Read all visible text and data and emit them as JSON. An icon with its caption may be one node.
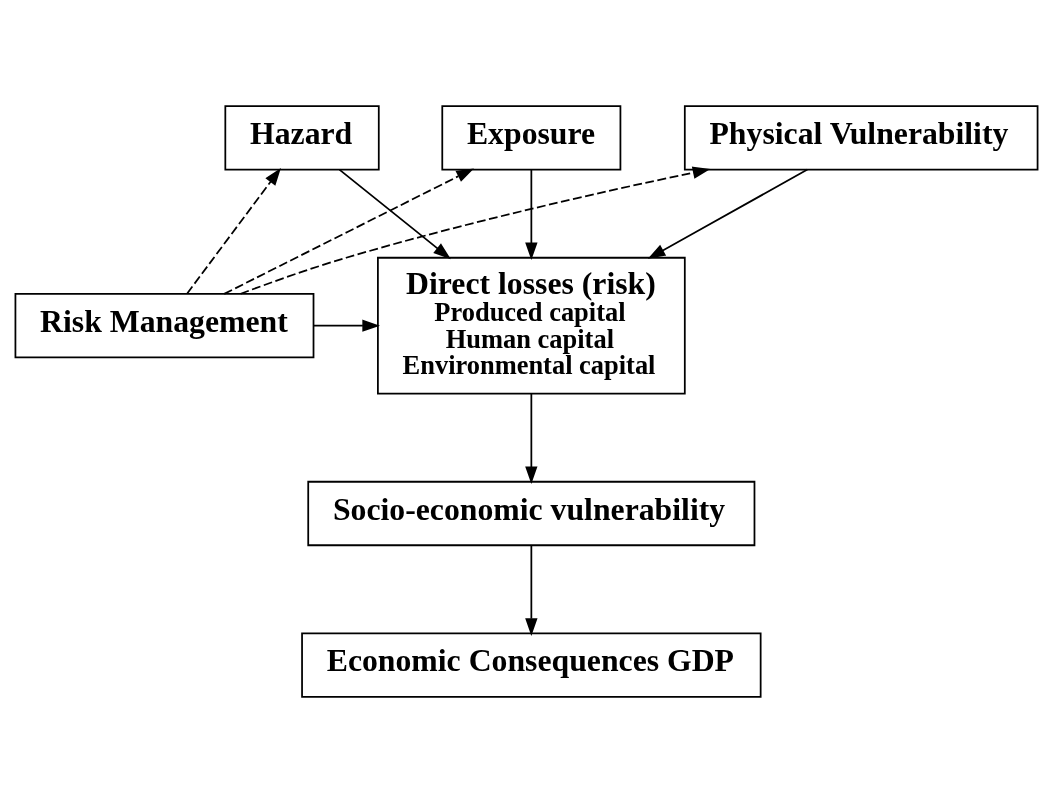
{
  "diagram": {
    "nodes": [
      {
        "text": [
          "Hazard"
        ]
      },
      {
        "text": [
          "Exposure"
        ]
      },
      {
        "text": [
          "Physical Vulnerability"
        ]
      },
      {
        "text": [
          "Direct losses (risk)",
          "Produced capital",
          "Human capital",
          "Environmental capital"
        ]
      },
      {
        "text": [
          "Risk Management"
        ]
      },
      {
        "text": [
          "Socio-economic vulnerability"
        ]
      },
      {
        "text": [
          "Economic Consequences GDP"
        ]
      }
    ],
    "edges": [
      {
        "from": 0,
        "to": 3,
        "arrow": "to"
      },
      {
        "from": 1,
        "to": 3,
        "arrow": "to"
      },
      {
        "from": 2,
        "to": 3,
        "arrow": "to"
      },
      {
        "from": 4,
        "to": 2,
        "arrow": "to",
        "style": "dashed"
      },
      {
        "from": 4,
        "to": 0,
        "arrow": "to",
        "style": "dashed"
      },
      {
        "from": 4,
        "to": 1,
        "arrow": "to",
        "style": "dashed"
      },
      {
        "from": 4,
        "to": 3,
        "arrow": "to"
      },
      {
        "from": 3,
        "to": 5,
        "arrow": "to"
      },
      {
        "from": 5,
        "to": 6,
        "arrow": "to"
      }
    ]
  }
}
